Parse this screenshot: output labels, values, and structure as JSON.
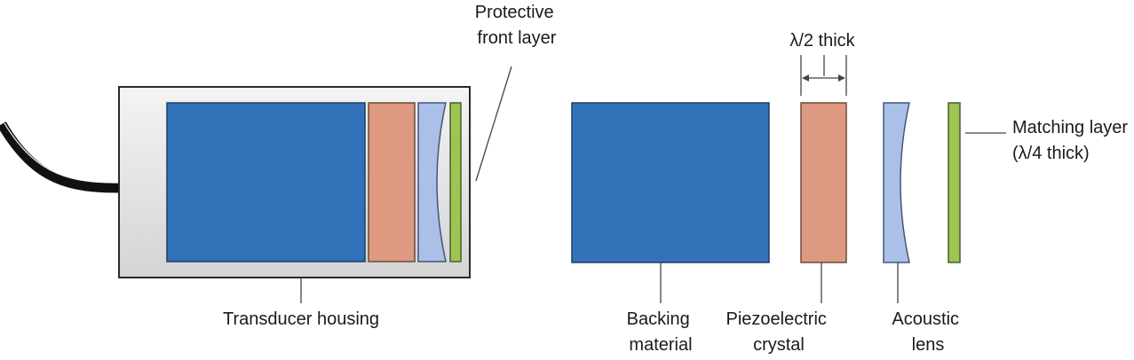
{
  "labels": {
    "protective_front_layer": [
      "Protective",
      "front layer"
    ],
    "transducer_housing": "Transducer housing",
    "half_wave_thickness": "λ/2 thick",
    "backing_material": [
      "Backing",
      "material"
    ],
    "piezoelectric_crystal": [
      "Piezoelectric",
      "crystal"
    ],
    "acoustic_lens": [
      "Acoustic",
      "lens"
    ],
    "matching_layer": [
      "Matching layer",
      "(λ/4 thick)"
    ]
  },
  "colors": {
    "housing_fill": "#e6e6e6",
    "housing_stroke": "#2a2a2a",
    "cable": "#111111",
    "backing_material": "#3272b8",
    "piezoelectric_crystal": "#dd9a80",
    "acoustic_lens": "#aac0e8",
    "matching_layer": "#9cc553"
  }
}
